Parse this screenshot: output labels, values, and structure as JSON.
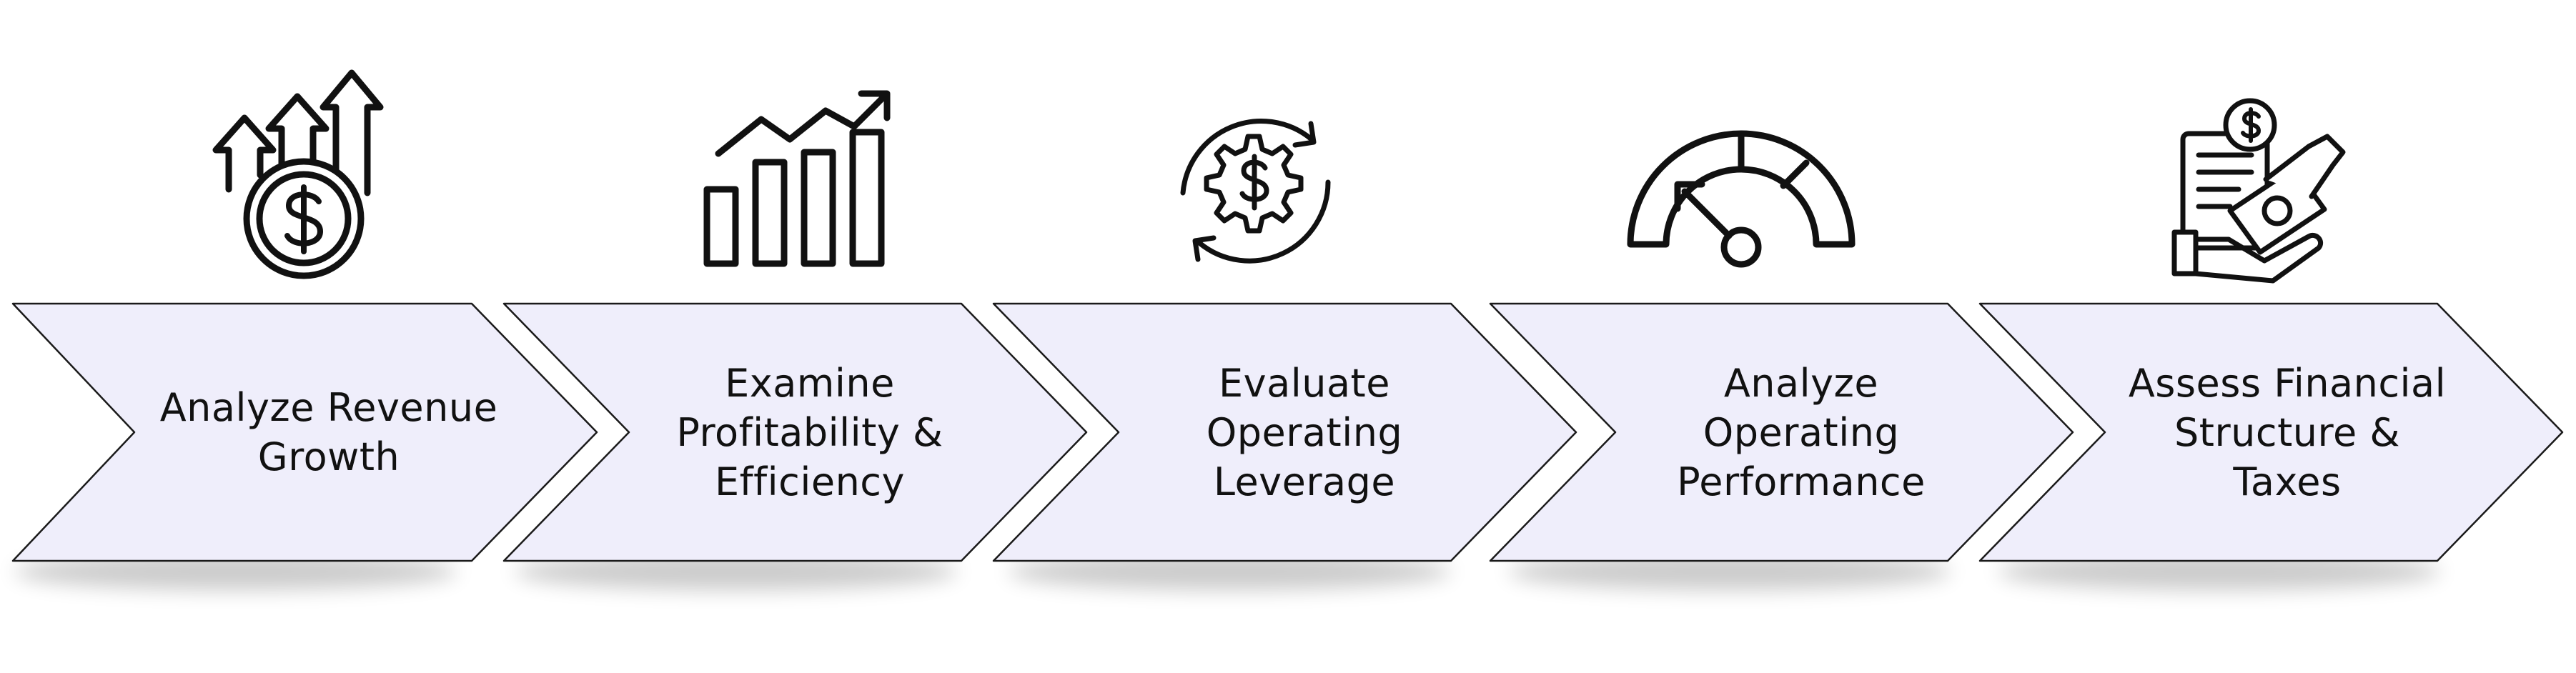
{
  "diagram": {
    "steps": [
      {
        "label": "Analyze Revenue\nGrowth",
        "icon": "revenue-growth-icon"
      },
      {
        "label": "Examine\nProfitability &\nEfficiency",
        "icon": "bar-chart-trend-icon"
      },
      {
        "label": "Evaluate\nOperating\nLeverage",
        "icon": "dollar-gear-cycle-icon"
      },
      {
        "label": "Analyze\nOperating\nPerformance",
        "icon": "speedometer-gauge-icon"
      },
      {
        "label": "Assess Financial\nStructure &\nTaxes",
        "icon": "hand-money-document-icon"
      }
    ],
    "colors": {
      "chevron_fill": "#efeefb",
      "chevron_stroke": "#1a1a1a",
      "icon_stroke": "#111111",
      "text": "#111111"
    }
  }
}
